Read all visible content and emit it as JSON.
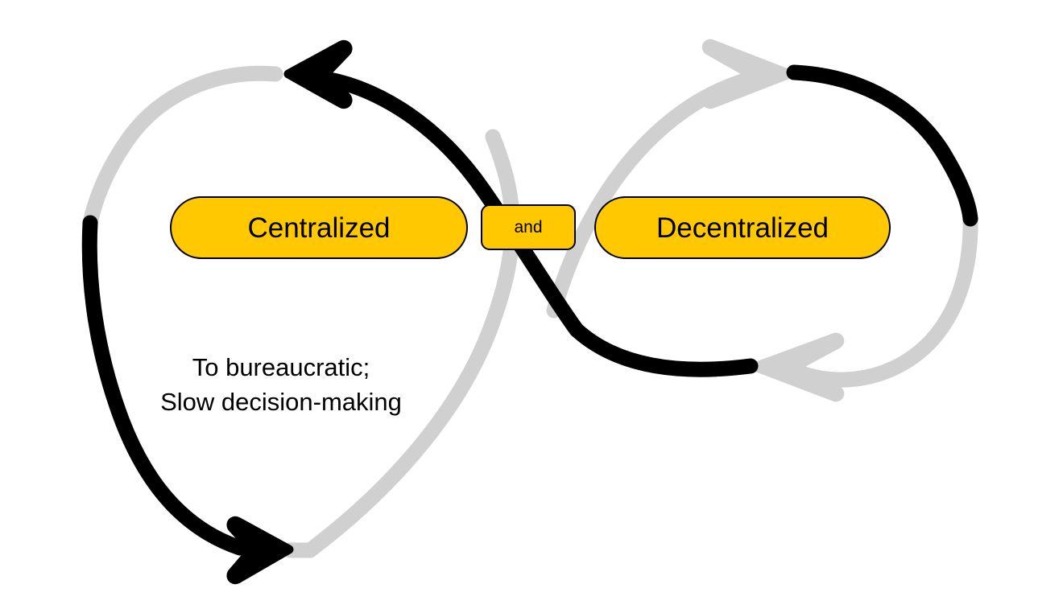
{
  "diagram": {
    "type": "polarity-infinity-loop",
    "background_color": "#FFFFFF",
    "poles": {
      "left": {
        "label": "Centralized"
      },
      "right": {
        "label": "Decentralized"
      },
      "conjunction": {
        "label": "and"
      }
    },
    "caption": {
      "text": "To bureaucratic;\nSlow decision-making"
    },
    "colors": {
      "pill_fill": "#FFC800",
      "pill_border": "#000000",
      "strand_active": "#000000",
      "strand_inactive": "#D0D0D0",
      "text": "#000000"
    },
    "strands": [
      {
        "name": "upward-strand",
        "color": "#000000",
        "description": "Black strand sweeping from the lower-left loop up through the center crossing to the upper-right loop",
        "arrowheads": [
          "top-left-pointing-left",
          "bottom-left-pointing-right"
        ]
      },
      {
        "name": "downward-strand",
        "color": "#D0D0D0",
        "description": "Gray strand sweeping from the upper-left loop down through the center crossing to the lower-right loop",
        "arrowheads": [
          "top-right-pointing-right",
          "bottom-right-pointing-left"
        ]
      }
    ],
    "arrowheads": [
      {
        "name": "arrow-top-left",
        "color": "#000000",
        "direction": "left"
      },
      {
        "name": "arrow-top-right",
        "color": "#D0D0D0",
        "direction": "right"
      },
      {
        "name": "arrow-bottom-left",
        "color": "#000000",
        "direction": "right"
      },
      {
        "name": "arrow-bottom-right",
        "color": "#D0D0D0",
        "direction": "left"
      }
    ]
  }
}
